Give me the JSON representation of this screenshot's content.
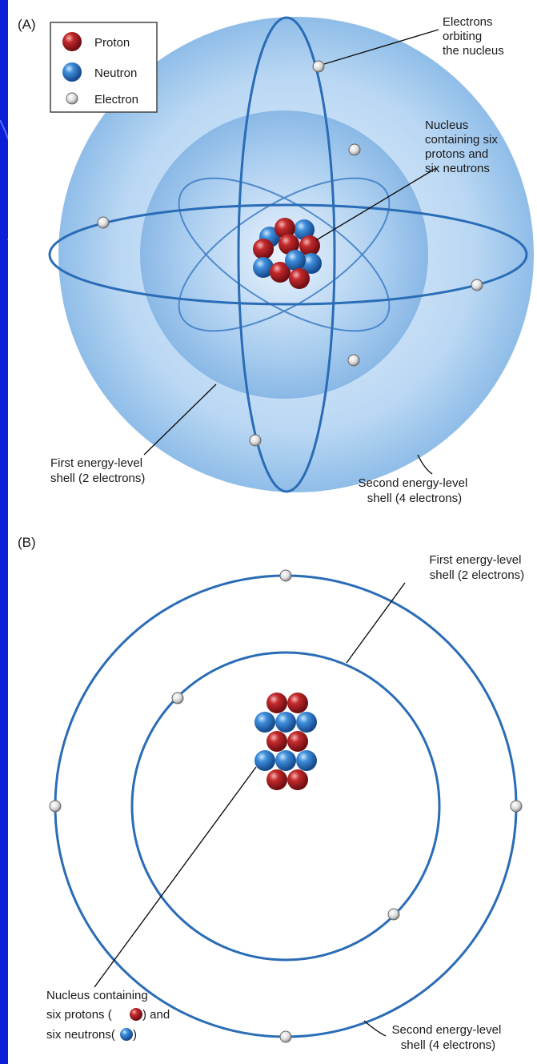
{
  "panel_a": {
    "letter": "(A)",
    "legend": {
      "proton": "Proton",
      "neutron": "Neutron",
      "electron": "Electron"
    },
    "callouts": {
      "electrons_orbiting": [
        "Electrons",
        "orbiting",
        "the nucleus"
      ],
      "nucleus": [
        "Nucleus",
        "containing six",
        "protons and",
        "six neutrons"
      ],
      "first_shell": [
        "First energy-level",
        "shell (2 electrons)"
      ],
      "second_shell": [
        "Second energy-level",
        "shell (4 electrons)"
      ]
    }
  },
  "panel_b": {
    "letter": "(B)",
    "callouts": {
      "first_shell": [
        "First energy-level",
        "shell (2 electrons)"
      ],
      "second_shell": [
        "Second energy-level",
        "shell (4 electrons)"
      ],
      "nucleus_line1": "Nucleus containing",
      "nucleus_line2_pre": "six protons (",
      "nucleus_line2_post": ") and",
      "nucleus_line3_pre": "six neutrons(",
      "nucleus_line3_post": ")"
    }
  },
  "colors": {
    "background": "#0c1fd6",
    "proton": "#a81e22",
    "neutron": "#2f7fd0",
    "electron": "#e2e2e2",
    "orbit": "#2a6cb6",
    "sphere": "#9cc6ec"
  }
}
